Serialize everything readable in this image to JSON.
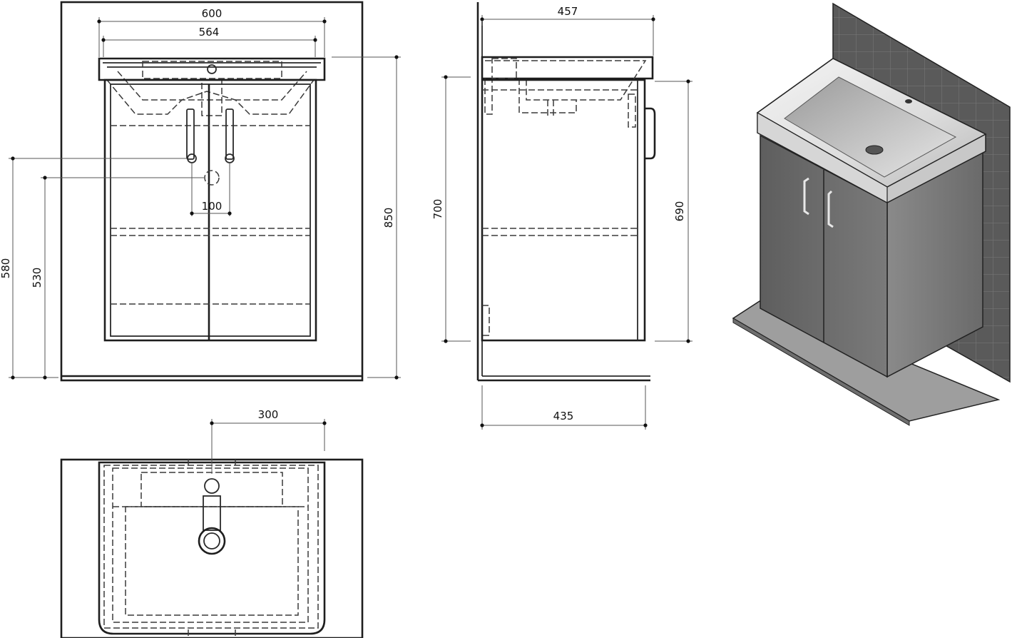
{
  "dimensions": {
    "front_overall_width": "600",
    "front_basin_width": "564",
    "front_tap_spacing": "100",
    "front_total_height": "850",
    "front_height_580": "580",
    "front_height_530": "530",
    "side_depth_top": "457",
    "side_depth_bottom": "435",
    "side_height_700": "700",
    "side_height_690": "690",
    "top_offset_300": "300"
  },
  "colors": {
    "line": "#2a2a2a",
    "wall": "#585858",
    "floor": "#9a9a9a",
    "cabinet": "#6a6a6a",
    "basin": "#e8e8e8"
  }
}
